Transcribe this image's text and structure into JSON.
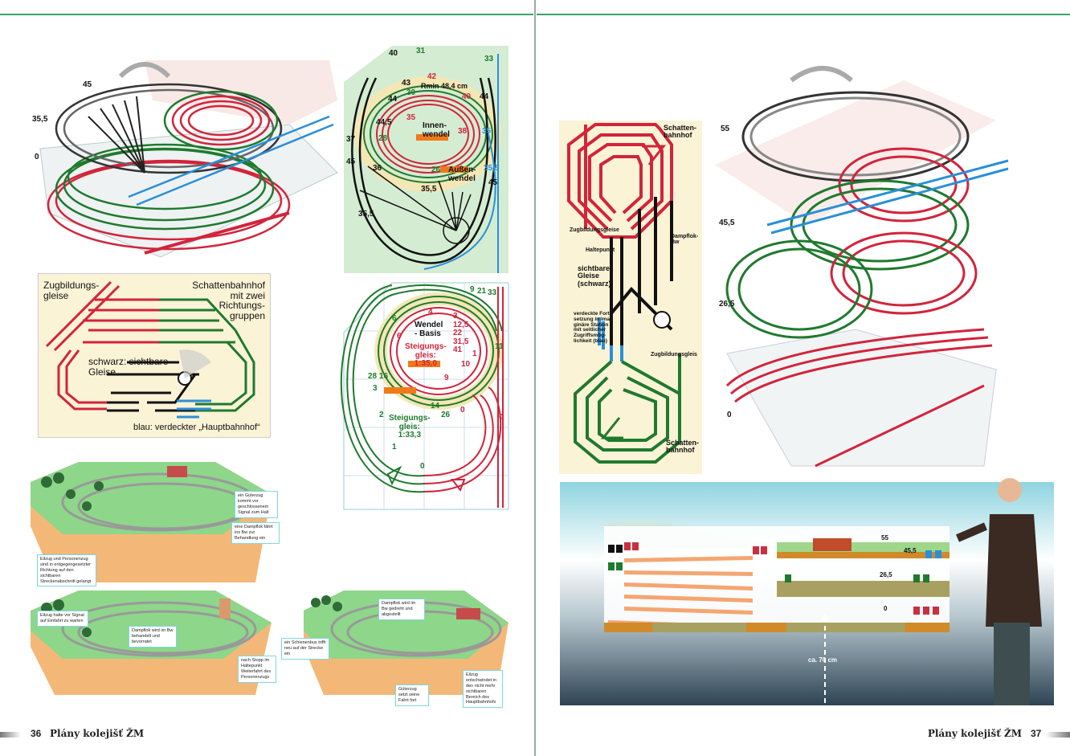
{
  "left_page": {
    "layout_3d": {
      "heights": [
        "45",
        "35,5",
        "0"
      ]
    },
    "plan_top": {
      "l40a": "40",
      "l31": "31",
      "l33": "33",
      "l42": "42",
      "l43": "43",
      "l30": "30",
      "rmin": "Rmin 48,4 cm",
      "l40b": "40",
      "l44a": "44",
      "l44b": "44",
      "l35": "35",
      "l44_5": "44,5",
      "innen": "Innen-\nwendel",
      "l38": "38",
      "l35blue": "35",
      "l37": "37",
      "l28": "28",
      "l45a": "45",
      "l36": "36",
      "l26": "26",
      "aussen": "Außen-\nwendel",
      "l35_5blue": "35,5",
      "l45b": "45",
      "l35_5a": "35,5",
      "l35_5b": "35,5"
    },
    "schematic": {
      "zugbildung": "Zugbildungs-\ngleise",
      "schattenbahnhof": "Schattenbahnhof\nmit zwei\nRichtungs-\ngruppen",
      "schwarz": "schwarz: sichtbare\nGleise",
      "blau": "blau: verdeckter „Hauptbahnhof“"
    },
    "plan_bottom": {
      "l9a": "9",
      "l21": "21",
      "l33": "33",
      "l4": "4",
      "red_stack": "3\n12,5\n22\n31,5\n41",
      "wendel": "Wendel\n- Basis",
      "l6a": "6",
      "l6b": "6",
      "steig1": "Steigungs-\ngleis:\n1:35,0",
      "l11": "11",
      "l1a": "1",
      "l10": "10",
      "l28_16": "28 16",
      "l9b": "9",
      "l3": "3",
      "l14": "14",
      "l26": "26",
      "l0a": "0",
      "l2": "2",
      "steig2": "Steigungs-\ngleis:\n1:33,3",
      "l0b": "0",
      "l1b": "1",
      "l0c": "0"
    },
    "callouts": [
      "ein Güterzug kommt vor geschlossenem Signal zum Halt",
      "eine Dampflok fährt ins Bw zur Behandlung ein",
      "Eilzug und Personenzug sind in entgegengesetzter Richtung auf den sichtbaren Streckenabschnitt gelangt",
      "Eilzug hatte vor Signal auf Einfahrt zu warten",
      "Dampflok wird im Bw behandelt und bevorratet",
      "nach Stopp im Haltepunkt Weiterfahrt des Personenzugs",
      "Dampflok wird im Bw gedreht und abgestellt",
      "ein Schienenbus trifft neu auf der Strecke ein",
      "Eilzug entschwindet in den nicht mehr sichtbaren Bereich des Hauptbahnhofs",
      "Güterzug setzt seine Fahrt fort"
    ],
    "footer": {
      "page": "36",
      "title": "Plány kolejišť ŽM"
    }
  },
  "right_page": {
    "schema": {
      "schatten_top": "Schatten-\nbahnhof",
      "zugbildungsgleise": "Zugbildungsgleise",
      "haltepunkt": "Haltepunkt",
      "dampflok": "Dampflok-\nBw",
      "sichtbare": "sichtbare\nGleise\n(schwarz)",
      "verdeckte": "verdeckte Fort-\nsetzung in ima-\nginäre Station\nmit seitlicher\nZugriffsmög-\nlichkeit (blau)",
      "zugbildungsgleis": "Zugbildungsgleis",
      "schatten_bottom": "Schatten-\nbahnhof"
    },
    "exploded_3d": {
      "heights": [
        "55",
        "45,5",
        "26,5",
        "0"
      ]
    },
    "cross_section": {
      "l55": "55",
      "l45_5": "45,5",
      "l26_5": "26,5",
      "l0": "0",
      "height": "ca. 70 cm"
    },
    "footer": {
      "page": "37",
      "title": "Plány kolejišť ŽM"
    }
  },
  "colors": {
    "red": "#d2243c",
    "green": "#1f7a2e",
    "blue": "#2a8fd8",
    "black": "#111111",
    "orange": "#f07a1a",
    "accent_line": "#3aa36a"
  }
}
